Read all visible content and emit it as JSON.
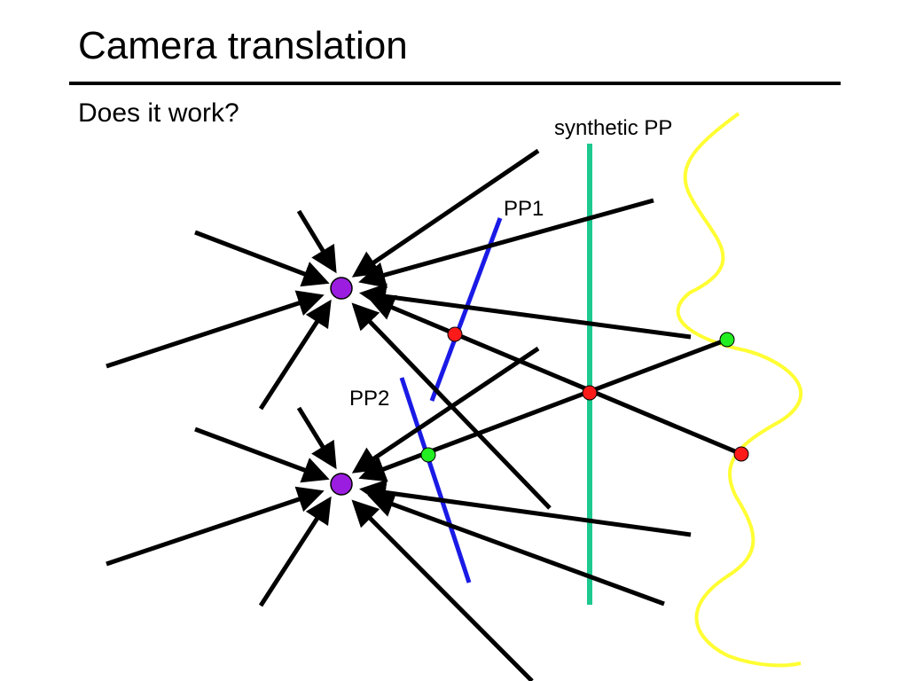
{
  "slide": {
    "title": "Camera translation",
    "subtitle": "Does it work?"
  },
  "diagram": {
    "labels": {
      "synthetic_pp": "synthetic PP",
      "pp1": "PP1",
      "pp2": "PP2"
    },
    "colors": {
      "ray": "#000000",
      "camera_center": "#9b1ee0",
      "pp_line": "#1a1ae6",
      "synthetic_pp": "#1dc98e",
      "scene_surface": "#ffff33",
      "red_point": "#ff1a1a",
      "green_point": "#22ee22"
    }
  }
}
